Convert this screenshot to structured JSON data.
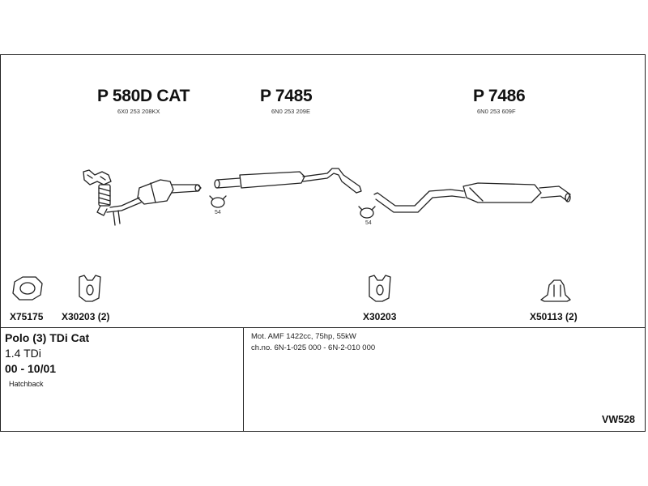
{
  "parts": [
    {
      "number": "P 580D CAT",
      "oem": "6X0 253 208KX"
    },
    {
      "number": "P 7485",
      "oem": "6N0 253 209E"
    },
    {
      "number": "P 7486",
      "oem": "6N0 253 609F"
    }
  ],
  "clamps": [
    {
      "label": "54"
    },
    {
      "label": "54"
    }
  ],
  "fittings": [
    {
      "label": "X75175"
    },
    {
      "label": "X30203 (2)"
    },
    {
      "label": "X30203"
    },
    {
      "label": "X50113 (2)"
    }
  ],
  "vehicle": {
    "model": "Polo (3) TDi Cat",
    "engine": "1.4 TDi",
    "years": "00 - 10/01",
    "body": "Hatchback"
  },
  "specs": {
    "motor": "Mot. AMF 1422cc, 75hp, 55kW",
    "chassis": "ch.no. 6N-1-025 000 - 6N-2-010 000"
  },
  "diagram_code": "VW528"
}
